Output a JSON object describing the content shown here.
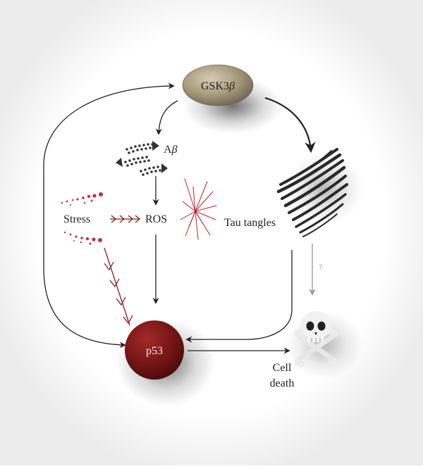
{
  "nodes": {
    "gsk3b": {
      "prefix": "GSK3",
      "greek": "β"
    },
    "abeta": {
      "prefix": "A",
      "greek": "β"
    },
    "ros": "ROS",
    "stress": "Stress",
    "tau": "Tau tangles",
    "p53": "p53",
    "cell_death_line1": "Cell",
    "cell_death_line2": "death",
    "question": "?"
  },
  "colors": {
    "gsk3b_fill": "#a89a7c",
    "p53_fill": "#7a1616",
    "stress_arrow": "#8b1a1a",
    "ros_burst": "#c0202a",
    "main_arrow": "#222222",
    "grey_arrow": "#999999"
  },
  "icons": [
    "amyloid-beta-icon",
    "ros-burst-icon",
    "tau-tangle-icon",
    "skull-crossbones-icon",
    "stress-dots-icon"
  ]
}
